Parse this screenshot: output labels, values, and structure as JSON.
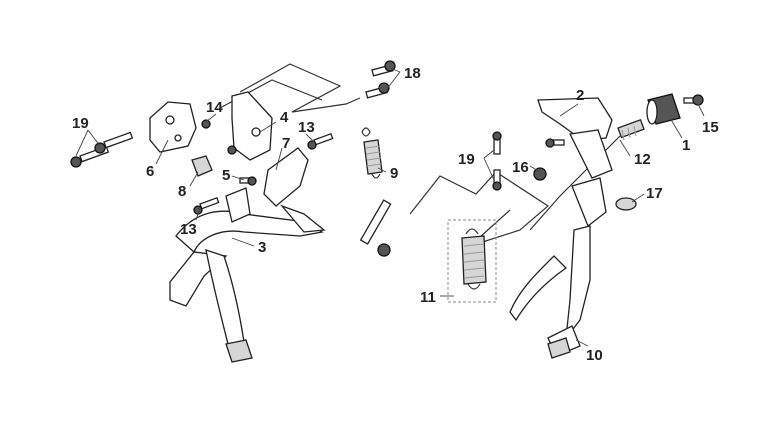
{
  "callouts": {
    "c1": "1",
    "c2": "2",
    "c3": "3",
    "c4": "4",
    "c5": "5",
    "c6": "6",
    "c7": "7",
    "c8": "8",
    "c9": "9",
    "c10": "10",
    "c11": "11",
    "c12": "12",
    "c13a": "13",
    "c13b": "13",
    "c14": "14",
    "c15": "15",
    "c16": "16",
    "c17": "17",
    "c18": "18",
    "c19a": "19",
    "c19b": "19"
  }
}
